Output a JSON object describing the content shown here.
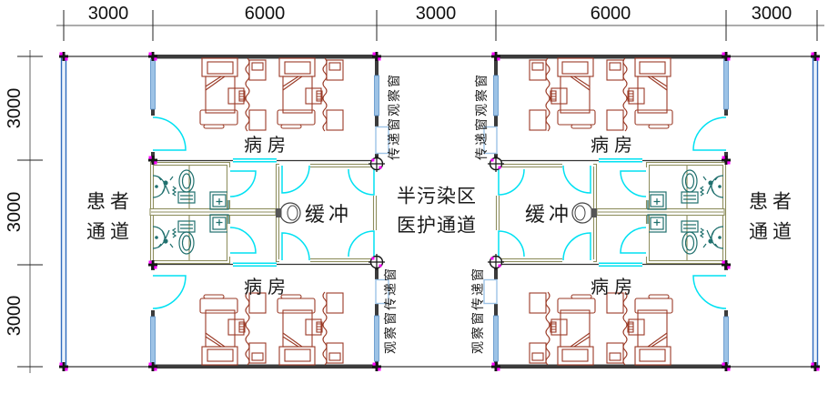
{
  "dimensions": {
    "top": [
      "3000",
      "6000",
      "3000",
      "6000",
      "3000"
    ],
    "left": [
      "3000",
      "3000",
      "3000"
    ]
  },
  "rooms": {
    "ward": "病房",
    "patient_corridor_line1": "患者",
    "patient_corridor_line2": "通道",
    "buffer": "缓冲",
    "central_corridor_line1": "半污染区",
    "central_corridor_line2": "医护通道"
  },
  "wall_annotations": {
    "upper": "传递窗观察窗",
    "lower": "观察窗传递窗"
  },
  "colors": {
    "wall_dark": "#3B3B3B",
    "outer_wall_blue": "#2F6BBF",
    "window_blue": "#9DC3E6",
    "door_cyan": "#00E1F2",
    "bed_red": "#9A3A26",
    "fixture_teal": "#20706E",
    "partition_tan": "#8E8E5E",
    "marker_magenta": "#FF00FF"
  }
}
